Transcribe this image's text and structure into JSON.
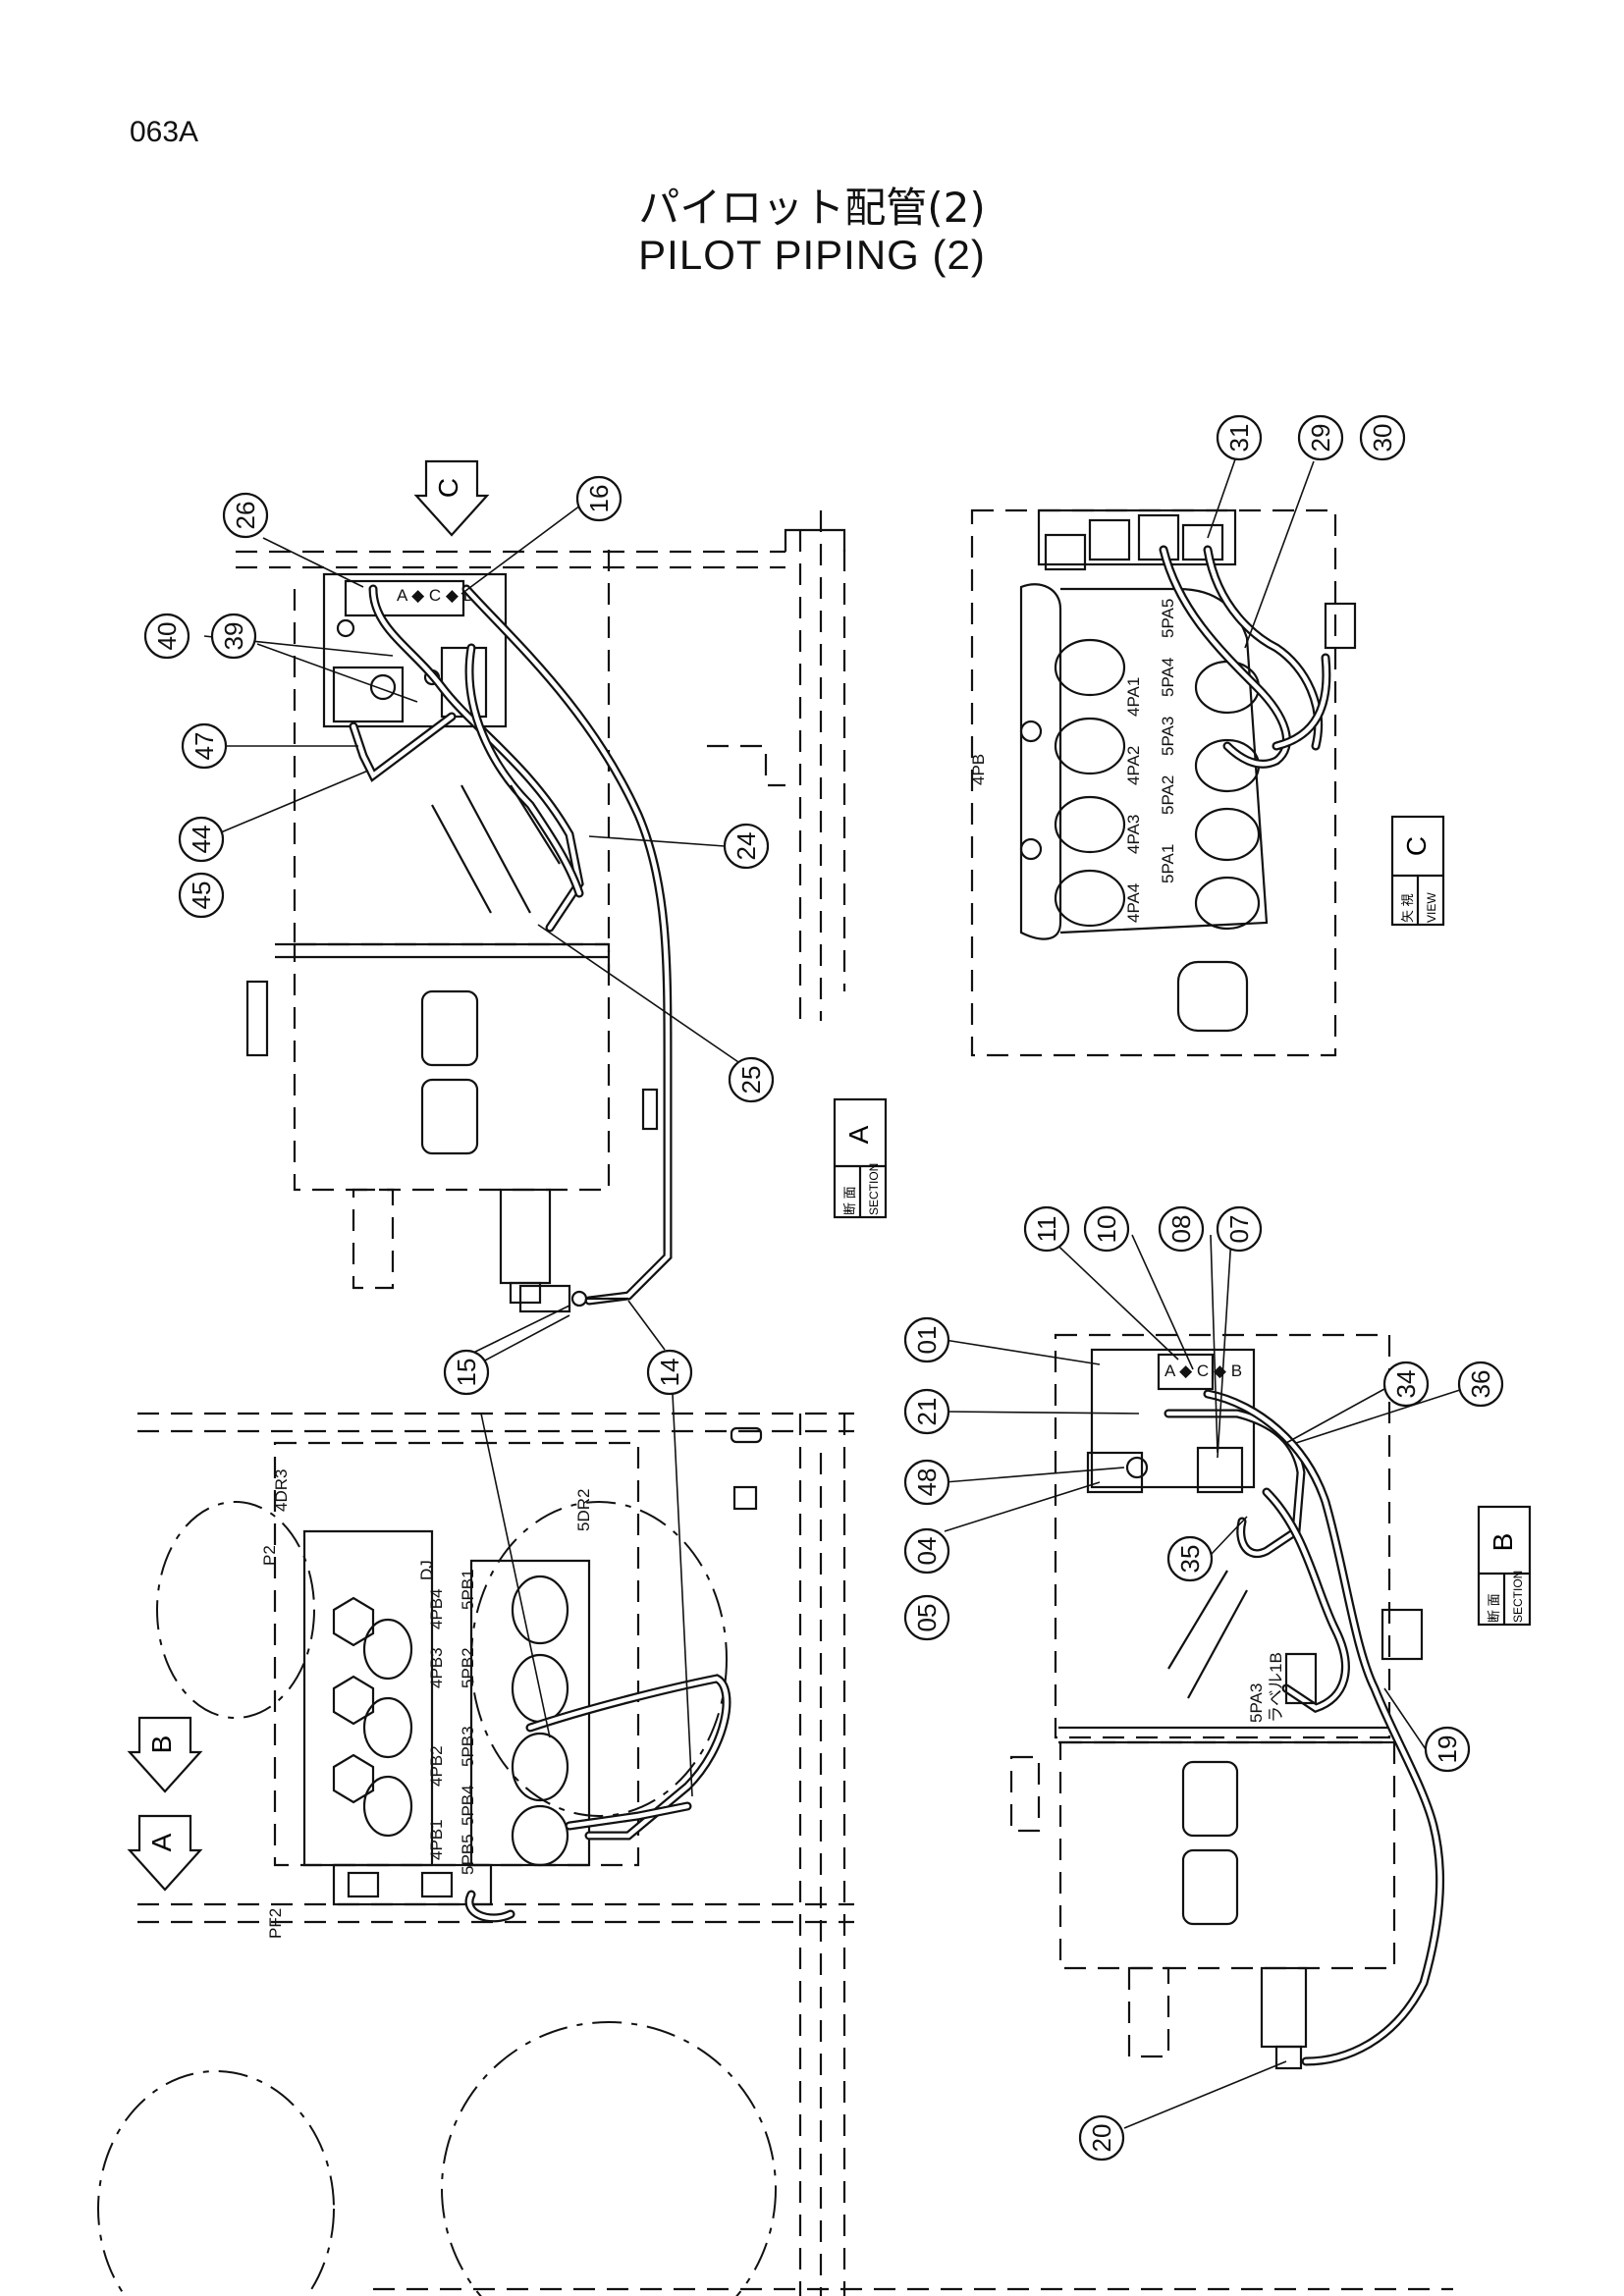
{
  "header": {
    "page_number": "063A",
    "title_jp": "パイロット配管(2)",
    "title_en": "PILOT   PIPING (2)"
  },
  "view_arrows": [
    {
      "id": "arrow-c",
      "letter": "C"
    },
    {
      "id": "arrow-b",
      "letter": "B"
    },
    {
      "id": "arrow-a",
      "letter": "A"
    }
  ],
  "section_boxes": [
    {
      "id": "section-a",
      "jp": "断 面",
      "en": "SECTION",
      "letter": "A"
    },
    {
      "id": "view-c",
      "jp": "矢 視",
      "en": "VIEW",
      "letter": "C"
    },
    {
      "id": "section-b",
      "jp": "断 面",
      "en": "SECTION",
      "letter": "B"
    }
  ],
  "callouts": {
    "c26": "26",
    "c16": "16",
    "c40": "40",
    "c39": "39",
    "c47": "47",
    "c44": "44",
    "c45": "45",
    "c24": "24",
    "c25": "25",
    "c31": "31",
    "c29": "29",
    "c30": "30",
    "c15": "15",
    "c14": "14",
    "c11": "11",
    "c10": "10",
    "c08": "08",
    "c07": "07",
    "c01": "01",
    "c21": "21",
    "c48": "48",
    "c04": "04",
    "c05": "05",
    "c34": "34",
    "c36": "36",
    "c35": "35",
    "c19": "19",
    "c20": "20"
  },
  "port_labels_view_c": [
    "4PB",
    "4PA4",
    "4PA3",
    "4PA2",
    "4PA1",
    "5PA1",
    "5PA2",
    "5PA3",
    "5PA4",
    "5PA5"
  ],
  "port_labels_bottom_left": [
    "P2",
    "4DR3",
    "DJ",
    "4PB4",
    "4PB3",
    "4PB2",
    "4PB1",
    "PF2",
    "5DR2",
    "5PB1",
    "5PB2",
    "5PB3",
    "5PB4",
    "5PB5"
  ],
  "port_labels_section_b": {
    "a": "5PA3",
    "b": "ラベル1B"
  }
}
